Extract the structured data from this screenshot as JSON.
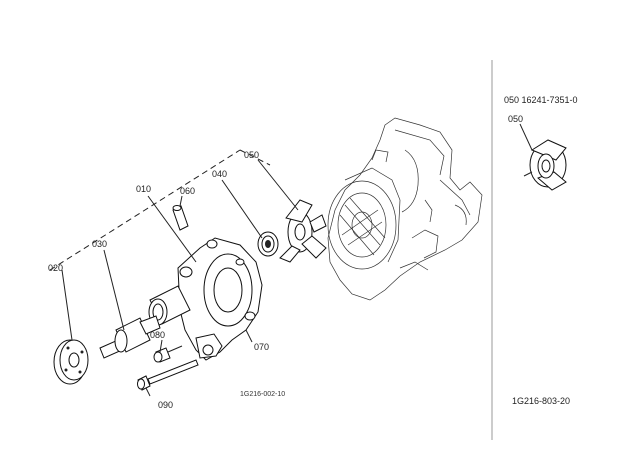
{
  "callouts": {
    "p010": "010",
    "p020": "020",
    "p030": "030",
    "p040": "040",
    "p050": "050",
    "p060": "060",
    "p070": "070",
    "p080": "080",
    "p090": "090",
    "inset_050": "050"
  },
  "inset_header": "050 16241-7351-0",
  "figure_codes": {
    "main": "1G216-002-10",
    "inset": "1G216-803-20"
  }
}
